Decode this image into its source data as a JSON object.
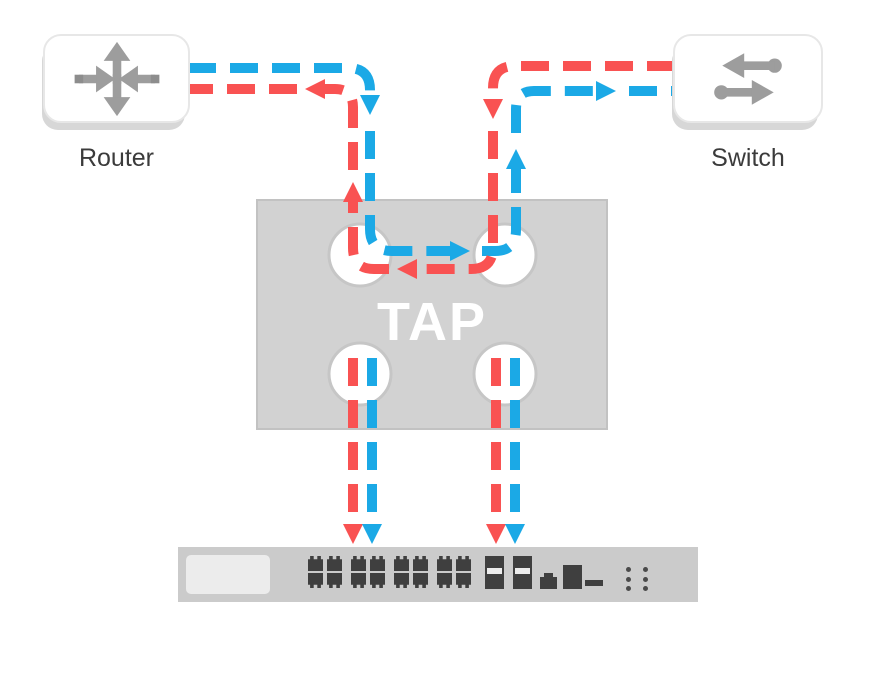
{
  "nodes": {
    "router": {
      "label": "Router"
    },
    "switch": {
      "label": "Switch"
    },
    "tap": {
      "label": "TAP"
    }
  },
  "colors": {
    "flow-red": "#f95252",
    "flow-blue": "#1ba9e6",
    "tap-fill": "#d2d2d2",
    "tap-border": "#c2c2c2",
    "tap-label": "#ffffff",
    "port-fill": "#ffffff",
    "port-ring": "#c6c6c6",
    "appliance-fill": "#cbcbcb",
    "appliance-panel": "#ececec",
    "appliance-port": "#3f3f3f",
    "appliance-dot": "#4a4a4a",
    "node-fill": "#ffffff",
    "node-border": "#e7e7e7",
    "node-shadow": "#d7d7d7",
    "icon-gray": "#9d9d9d",
    "icon-gray-dark": "#8d8d8d",
    "label-text": "#3b3b3b"
  }
}
